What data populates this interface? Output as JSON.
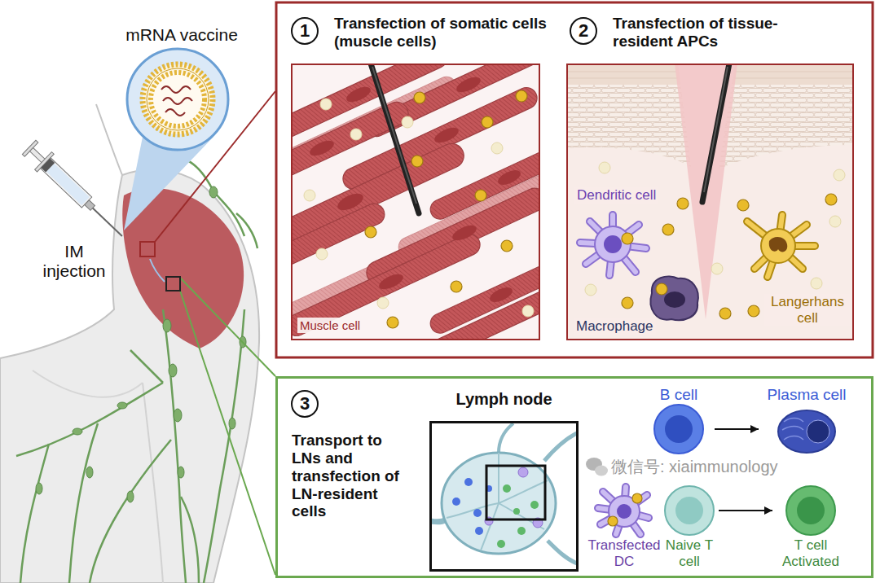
{
  "diagram": {
    "nodes": [
      {
        "text": [
          "Transfection of somatic cells (muscle cells)",
          "Muscle cell"
        ]
      },
      {
        "text": [
          "Transfection of tissue-resident APCs",
          "Dendritic cell",
          "Macrophage",
          "Langerhans cell"
        ]
      },
      {
        "text": [
          "Transport to LNs and transfection of LN-resident cells"
        ]
      },
      {
        "text": [
          "Lymph node"
        ],
        "in": 2
      },
      {
        "text": [
          "B cell"
        ],
        "in": 2
      },
      {
        "text": [
          "Plasma cell"
        ],
        "in": 2
      },
      {
        "text": [
          "Transfected DC"
        ],
        "in": 2
      },
      {
        "text": [
          "Naive T cell"
        ],
        "in": 2
      },
      {
        "text": [
          "T cell Activated"
        ],
        "in": 2
      }
    ],
    "edges": [
      {
        "from": 4,
        "to": 5,
        "arrow": "to"
      },
      {
        "from": 7,
        "to": 8,
        "arrow": "to"
      }
    ],
    "labels": [
      "mRNA vaccine",
      "IM injection",
      "1",
      "2",
      "3",
      "微信号: xiaimmunology"
    ]
  }
}
